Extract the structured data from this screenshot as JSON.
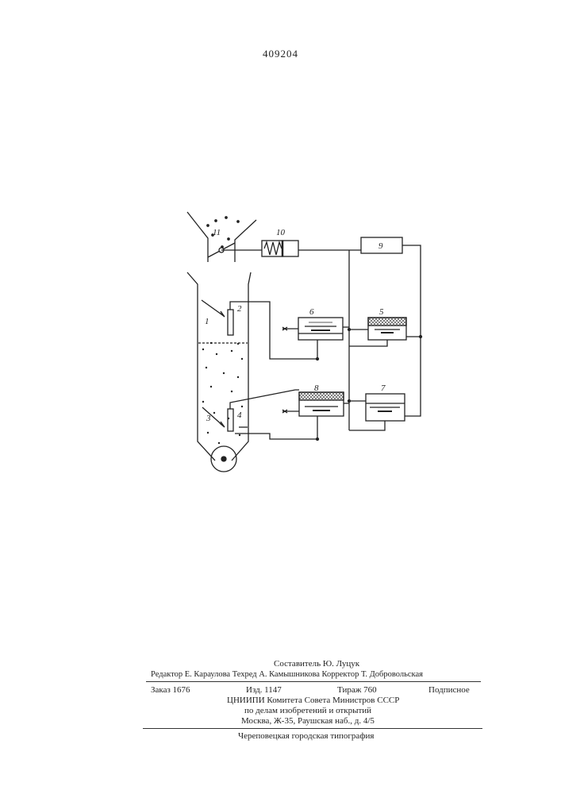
{
  "page_number": "409204",
  "diagram_labels": {
    "l1": "1",
    "l2": "2",
    "l3": "3",
    "l4": "4",
    "l5": "5",
    "l6": "6",
    "l7": "7",
    "l8": "8",
    "l9": "9",
    "l10": "10",
    "l11": "11"
  },
  "colophon": {
    "compiler": "Составитель Ю. Луцук",
    "editors": "Редактор Е. Караулова Техред А. Камышникова Корректор Т. Добровольская",
    "order": "Заказ 1676",
    "issue": "Изд. 1147",
    "print_run": "Тираж 760",
    "subscription": "Подписное",
    "org_line1": "ЦНИИПИ Комитета Совета Министров СССР",
    "org_line2": "по делам изобретений и открытий",
    "address": "Москва, Ж-35, Раушская наб., д. 4/5",
    "printer": "Череповецкая городская типография"
  }
}
